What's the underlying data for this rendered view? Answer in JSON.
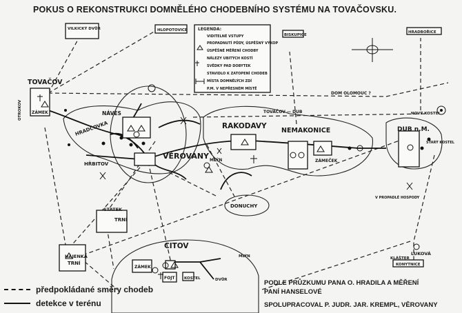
{
  "title": "POKUS O REKONSTRUKCI DOMNĚLÉHO CHODEBNÍHO SYSTÉMU NA TOVAČOVSKU.",
  "map_legend": {
    "heading": "LEGENDA:",
    "items": [
      "VIDITELNÉ VSTUPY",
      "PROPADNUTÍ PŮDY, ÚSPĚŠNÝ VÝKOP",
      "ÚSPĚŠNÉ MĚŘENÍ CHODBY",
      "NÁLEZY UBITÝCH KOSTÍ",
      "SVĚDKY PAD DOBYTEK",
      "STAVIDLO K ZATOPENÍ CHODEB",
      "MÍSTA DOMNĚLÝCH ZDÍ",
      "P.M. V NEPŘESNÉM MÍSTĚ"
    ]
  },
  "places": {
    "tovacov": "TOVAČOV",
    "zamek_tovacov": "ZÁMEK",
    "naves": "NÁVES",
    "hradcovka": "HRADČOVKA",
    "hrbitov": "HŘBITOV",
    "verovany": "VĚROVANY",
    "rakodavy": "RAKODAVY",
    "nemakonice": "NEMAKONICE",
    "zamecek": "ZÁMEČEK",
    "dub": "DUB n.M.",
    "novy_kostel": "NOVÝ KOSTEL",
    "stary_kostel": "STARÝ KOSTEL",
    "mlyn1": "MLÝN",
    "donuchy": "DONUCHY",
    "statek": "STATEK",
    "trni": "TRNÍ",
    "hajenka": "HÁJENKA",
    "trni2": "TRNÍ",
    "citov": "CITOV",
    "zamek_citov": "ZÁMEK",
    "fojt": "FOJT",
    "kostel": "KOSTEL",
    "dvur": "DVŮR",
    "mlyn2": "MLÝN",
    "lukova": "LUKOVÁ",
    "klaster": "KLÁŠTER",
    "konytnice": "KONYTNICE",
    "vilkicky": "VILKICKÝ DVŮR",
    "hlopotovice": "HLOPOTOVICE",
    "biskupice": "BISKUPICE",
    "hradborice": "HRADBOŘICE",
    "dom_olomouc": "DOM OLOMOUC ?",
    "tovacov_dub": "TOVAČOV — DUB",
    "propadle_hospody": "V PROPADLÉ HOSPODY",
    "ostrov": "OTROKOV"
  },
  "legend": {
    "dashed": "předpokládané směry chodeb",
    "solid": "detekce v terénu"
  },
  "credits": {
    "line1": "PODLE PRŮZKUMU PANA O. HRADILA A MĚŘENÍ",
    "line2": "PANÍ HANSELOVÉ",
    "line3": "SPOLUPRACOVAL P. JUDR. JAR. KREMPL, VĚROVANY"
  }
}
